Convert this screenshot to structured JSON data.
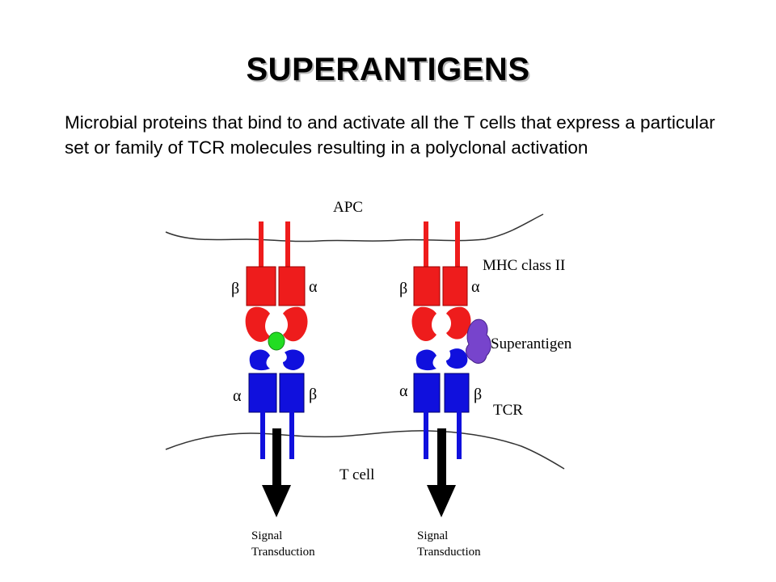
{
  "slide": {
    "title": "SUPERANTIGENS",
    "description": "Microbial proteins that bind to and activate all the T cells that express a particular set or family of TCR molecules resulting in a polyclonal activation"
  },
  "diagram": {
    "labels": {
      "apc": "APC",
      "mhc": "MHC class II",
      "superantigen": "Superantigen",
      "tcr": "TCR",
      "tcell": "T cell"
    },
    "left_complex": {
      "mhc_chains": [
        "β",
        "α"
      ],
      "tcr_chains": [
        "α",
        "β"
      ],
      "signal_line1": "Signal",
      "signal_line2": "Transduction"
    },
    "right_complex": {
      "mhc_chains": [
        "β",
        "α"
      ],
      "tcr_chains": [
        "α",
        "β"
      ],
      "signal_line1": "Signal",
      "signal_line2": "Transduction"
    },
    "colors": {
      "mhc": "#ee1c1c",
      "tcr": "#1010dd",
      "peptide": "#22dd22",
      "superantigen": "#7744cc",
      "arrow": "#000000"
    }
  }
}
